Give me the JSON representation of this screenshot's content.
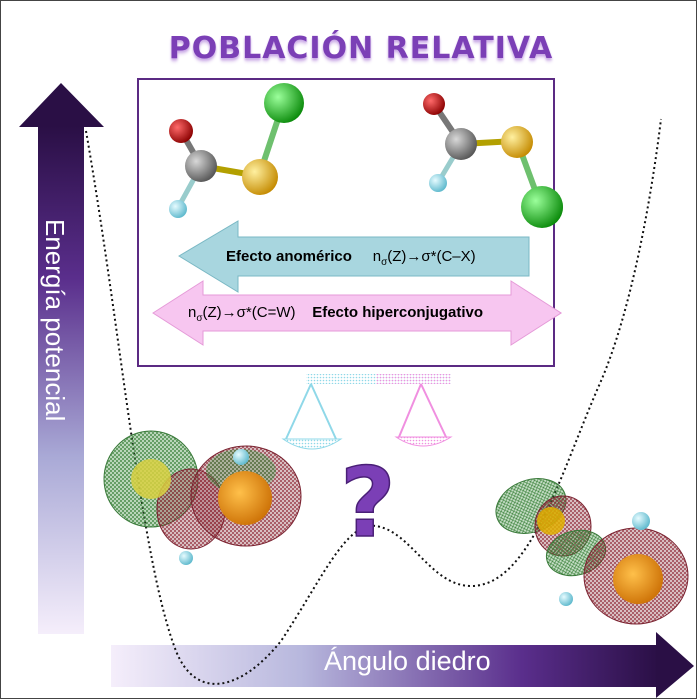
{
  "title": "POBLACIÓN RELATIVA",
  "y_axis_label": "Energía potencial",
  "x_axis_label": "Ángulo diedro",
  "arrows": {
    "anomeric": {
      "label": "Efecto anomérico",
      "formula_n": "n",
      "formula_sub": "σ",
      "formula_rest": "(Z)→σ*(C–X)"
    },
    "hyperconjugative": {
      "label": "Efecto hiperconjugativo",
      "formula_n": "n",
      "formula_sub": "σ",
      "formula_rest": "(Z)→σ*(C=W)"
    }
  },
  "question_mark": "?",
  "colors": {
    "purple_dark": "#2a0f45",
    "purple_mid": "#7b3fb6",
    "anomeric_arrow": "#a8d6df",
    "hyper_arrow": "#f7c6f0",
    "oxygen": "#d40000",
    "carbon": "#8a8a8a",
    "sulfur": "#e8b400",
    "chlorine": "#1fbf1f",
    "hydrogen": "#8fd8e8"
  }
}
